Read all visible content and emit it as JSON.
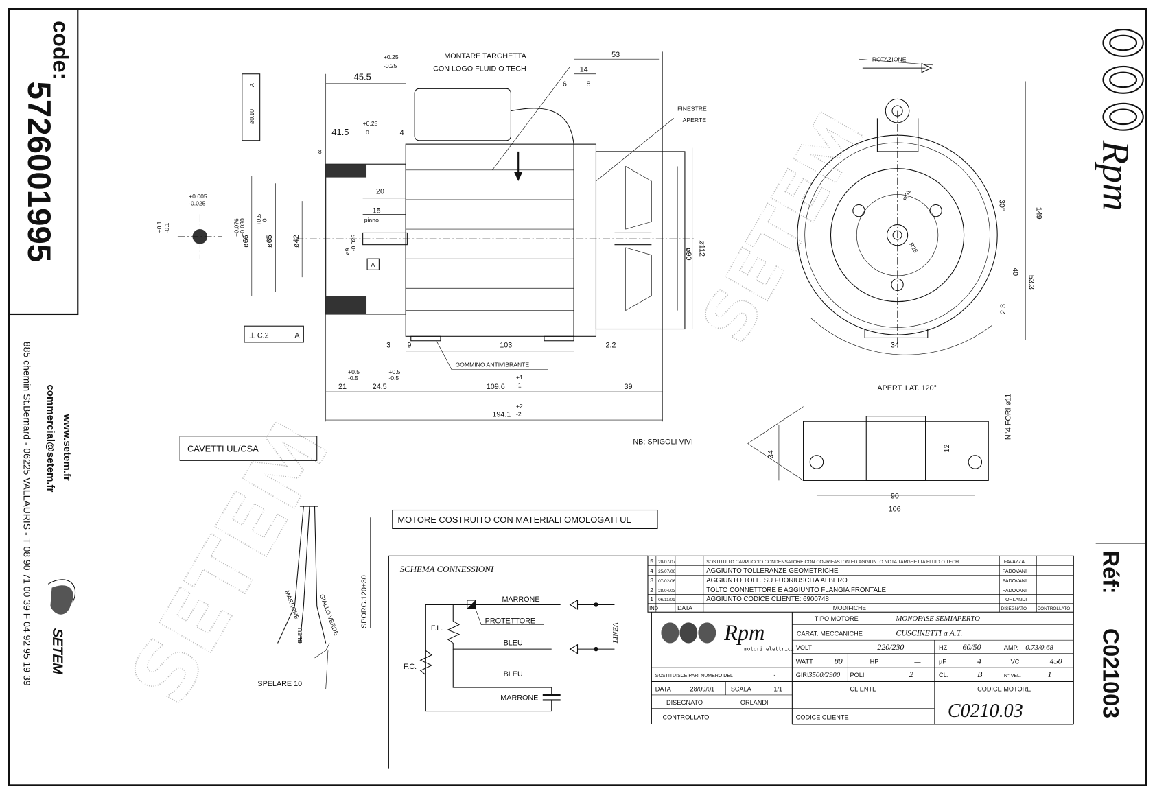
{
  "sidebar": {
    "code_label": "code:",
    "code_value": "5726001995",
    "website": "www.setem.fr",
    "email": "commercial@setem.fr",
    "address": "885 chemin St.Bernard  -  06225 VALLAURIS  -  T 08 90 71 00 39   F 04 92 95 19 39",
    "company_logo": "SETEM"
  },
  "right_strip": {
    "brand_logo": "Rpm",
    "ref_label": "Réf:",
    "ref_value": "C021003"
  },
  "watermark": "SETEM",
  "side_view": {
    "notes": {
      "nameplate_1": "MONTARE TARGHETTA",
      "nameplate_2": "CON LOGO FLUID O TECH",
      "windows_1": "FINESTRE",
      "windows_2": "APERTE",
      "rubber": "GOMMINO ANTIVIBRANTE",
      "runout": "ø0.10",
      "runout_ref": "A",
      "perp": "⊥ C.2",
      "perp_ref": "A",
      "datum": "A",
      "plane": "piano"
    },
    "dims": [
      "53",
      "14",
      "6",
      "8",
      "45.5",
      "+0.25",
      "-0.25",
      "41.5",
      "+0.25",
      "0",
      "4",
      "8",
      "20",
      "15",
      "ø66",
      "ø65",
      "ø42",
      "ø9",
      "ø90",
      "ø112",
      "3",
      "9",
      "103",
      "2.2",
      "21",
      "24.5",
      "109.6",
      "39",
      "194.1",
      "+2",
      "-2",
      "+1",
      "-1",
      "+0.5",
      "-0.5",
      "+0.5",
      "-0.5",
      "+0.076",
      "+0.030",
      "+0.5",
      "0",
      "-0.025",
      "+0.005",
      "-0.025",
      "+0.1",
      "-0.1"
    ]
  },
  "front_view": {
    "rotation": "ROTAZIONE",
    "opening": "APERT. LAT. 120°",
    "dims": [
      "149",
      "30°",
      "40",
      "53.3",
      "2.3",
      "34",
      "R26",
      "R51",
      "N°4 FORI ø11"
    ]
  },
  "foot_view": {
    "note": "NB: SPIGOLI VIVI",
    "dims": [
      "34",
      "12",
      "90",
      "106"
    ]
  },
  "boxes": {
    "cables": "CAVETTI UL/CSA",
    "ul_note": "MOTORE COSTRUITO CON MATERIALI OMOLOGATI UL"
  },
  "leads": {
    "marrone": "MARRONE",
    "bleu": "BLEU",
    "verde": "GIALLO VERDE",
    "strip": "SPELARE 10",
    "protrusion": "SPORG.120±30"
  },
  "schematic": {
    "title": "SCHEMA CONNESSIONI",
    "marrone_top": "MARRONE",
    "protettore": "PROTETTORE",
    "bleu_mid": "BLEU",
    "bleu_low": "BLEU",
    "marrone_bottom": "MARRONE",
    "fl": "F.L.",
    "fc": "F.C.",
    "linea": "LINEA"
  },
  "revisions": {
    "headers": {
      "ind": "IND",
      "data": "DATA",
      "modifiche": "MODIFICHE",
      "disegnato": "DISEGNATO",
      "controllato": "CONTROLLATO"
    },
    "rows": [
      {
        "ind": "5",
        "date": "20/07/07",
        "text": "SOSTITUITO CAPPUCCIO CONDENSATORE CON COPRIFASTON ED AGGIUNTO NOTA TARGHETTA FLUID O TECH",
        "by": "FAVAZZA"
      },
      {
        "ind": "4",
        "date": "25/07/06",
        "text": "AGGIUNTO TOLLERANZE GEOMETRICHE",
        "by": "PADOVANI"
      },
      {
        "ind": "3",
        "date": "07/02/06",
        "text": "AGGIUNTO TOLL. SU FUORIUSCITA ALBERO",
        "by": "PADOVANI"
      },
      {
        "ind": "2",
        "date": "28/04/03",
        "text": "TOLTO CONNETTORE E AGGIUNTO FLANGIA FRONTALE",
        "by": "PADOVANI"
      },
      {
        "ind": "1",
        "date": "06/11/01",
        "text": "AGGIUNTO CODICE CLIENTE: 6900748",
        "by": "ORLANDI"
      }
    ]
  },
  "title_block": {
    "logo_text": "Rpm",
    "logo_sub": "motori elettrici",
    "tipo_label": "TIPO MOTORE",
    "tipo_value": "MONOFASE SEMIAPERTO",
    "carat_label": "CARAT. MECCANICHE",
    "carat_value": "CUSCINETTI a A.T.",
    "volt_label": "VOLT",
    "volt_value": "220/230",
    "hz_label": "HZ",
    "hz_value": "60/50",
    "amp_label": "AMP.",
    "amp_value": "0.73/0.68",
    "watt_label": "WATT",
    "watt_value": "80",
    "hp_label": "HP",
    "hp_value": "—",
    "uf_label": "µF",
    "uf_value": "4",
    "vc_label": "VC",
    "vc_value": "450",
    "giri_label": "GIRI",
    "giri_value": "3500/2900",
    "poli_label": "POLI",
    "poli_value": "2",
    "cl_label": "CL.",
    "cl_value": "B",
    "vel_label": "N° VEL.",
    "vel_value": "1",
    "replaces_label": "SOSTITUISCE PARI NUMERO DEL",
    "replaces_value": "-",
    "data_label": "DATA",
    "data_value": "28/09/01",
    "scala_label": "SCALA",
    "scala_value": "1/1",
    "disegnato_label": "DISEGNATO",
    "disegnato_value": "ORLANDI",
    "controllato_label": "CONTROLLATO",
    "cliente_label": "CLIENTE",
    "codice_cliente_label": "CODICE CLIENTE",
    "codice_motore_label": "CODICE MOTORE",
    "codice_motore_value": "C0210.03"
  }
}
